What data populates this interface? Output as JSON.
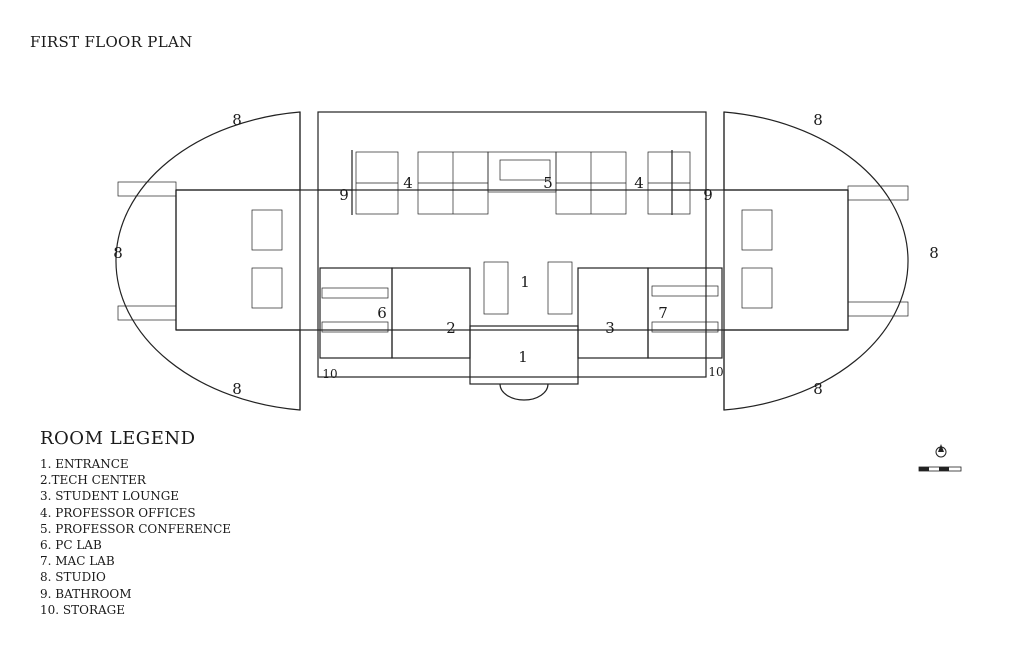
{
  "title": "FIRST FLOOR PLAN",
  "legend": {
    "title": "ROOM LEGEND",
    "items": [
      "1. ENTRANCE",
      "2.TECH CENTER",
      "3. STUDENT LOUNGE",
      "4. PROFESSOR OFFICES",
      "5. PROFESSOR CONFERENCE",
      "6. PC LAB",
      "7. MAC LAB",
      "8. STUDIO",
      "9. BATHROOM",
      "10. STORAGE"
    ]
  },
  "room_numbers": {
    "entrance": "1",
    "tech_center": "2",
    "student_lounge": "3",
    "professor_offices": "4",
    "professor_conference": "5",
    "pc_lab": "6",
    "mac_lab": "7",
    "studio": "8",
    "bathroom": "9",
    "storage": "10"
  },
  "colors": {
    "line": "#222222",
    "text": "#1a1a1a",
    "background": "#ffffff"
  },
  "icons": {
    "north_arrow": "compass-icon",
    "scale_bar": "scale-bar-icon"
  }
}
